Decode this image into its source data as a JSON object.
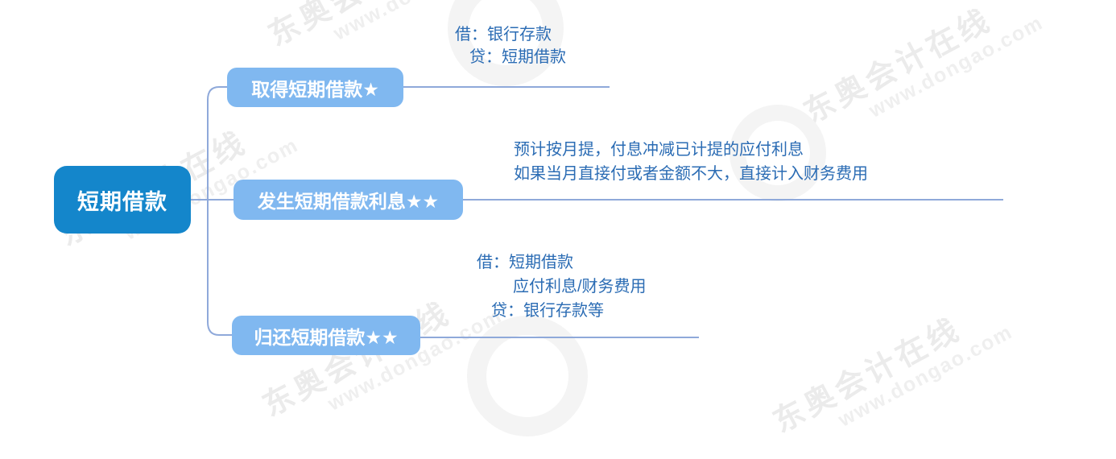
{
  "root": {
    "label": "短期借款"
  },
  "branches": [
    {
      "label": "取得短期借款★",
      "notes": [
        "借：银行存款",
        "贷：短期借款"
      ]
    },
    {
      "label": "发生短期借款利息★★",
      "notes": [
        "预计按月提，付息冲减已计提的应付利息",
        "如果当月直接付或者金额不大，直接计入财务费用"
      ]
    },
    {
      "label": "归还短期借款★★",
      "notes": [
        "借：短期借款",
        "应付利息/财务费用",
        "贷：银行存款等"
      ]
    }
  ],
  "watermark": {
    "brand": "东奥会计在线",
    "url": "www.dongao.com"
  },
  "colors": {
    "root_fill": "#1486cb",
    "branch_fill": "#80b8f0",
    "note_text": "#2b6cb4",
    "connector": "#8fa9da"
  }
}
